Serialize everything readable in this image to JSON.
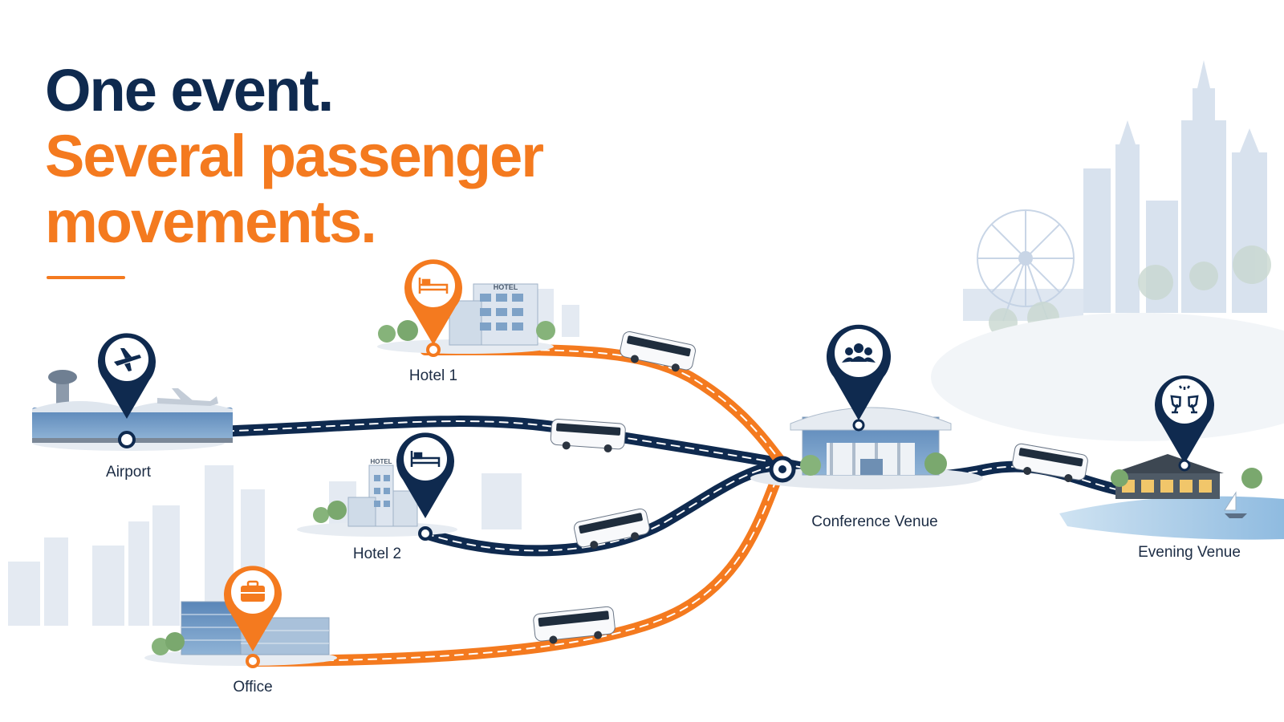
{
  "headline": {
    "line1": "One event.",
    "line2": "Several passenger",
    "line3": "movements."
  },
  "colors": {
    "navy": "#0f2a4f",
    "orange": "#f47a1f",
    "skyline": "#c7d4e6"
  },
  "locations": {
    "airport": {
      "label": "Airport",
      "icon": "airplane-icon"
    },
    "hotel1": {
      "label": "Hotel 1",
      "icon": "bed-icon"
    },
    "hotel2": {
      "label": "Hotel 2",
      "icon": "bed-icon"
    },
    "office": {
      "label": "Office",
      "icon": "briefcase-icon"
    },
    "conference": {
      "label": "Conference Venue",
      "icon": "people-group-icon"
    },
    "evening": {
      "label": "Evening Venue",
      "icon": "champagne-glasses-icon"
    }
  },
  "building_signs": {
    "hotel1": "HOTEL",
    "hotel2": "HOTEL"
  },
  "routes": [
    {
      "from": "Airport",
      "to": "Conference Venue",
      "color": "navy"
    },
    {
      "from": "Hotel 1",
      "to": "Conference Venue",
      "color": "orange"
    },
    {
      "from": "Hotel 2",
      "to": "Conference Venue",
      "color": "navy"
    },
    {
      "from": "Office",
      "to": "Conference Venue",
      "color": "orange"
    },
    {
      "from": "Conference Venue",
      "to": "Evening Venue",
      "color": "navy"
    }
  ]
}
